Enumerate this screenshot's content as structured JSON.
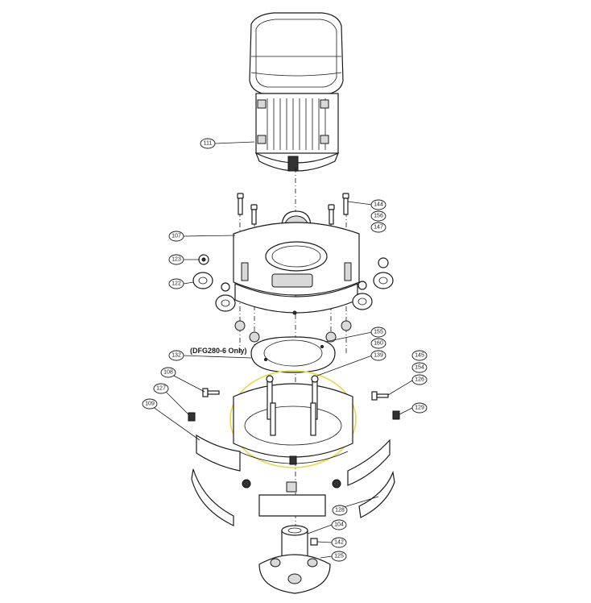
{
  "drawing": {
    "note": "(DFG280-6 Only)",
    "highlight_color": "#e6d84a",
    "line_color": "#1a1a1a",
    "callouts": [
      {
        "id": "c111",
        "label": "111"
      },
      {
        "id": "c144",
        "label": "144"
      },
      {
        "id": "c156",
        "label": "156"
      },
      {
        "id": "c147",
        "label": "147"
      },
      {
        "id": "c107",
        "label": "107"
      },
      {
        "id": "c123",
        "label": "123"
      },
      {
        "id": "c122",
        "label": "122"
      },
      {
        "id": "c155",
        "label": "155"
      },
      {
        "id": "c160",
        "label": "160"
      },
      {
        "id": "c132",
        "label": "132"
      },
      {
        "id": "c139",
        "label": "139"
      },
      {
        "id": "c108",
        "label": "108"
      },
      {
        "id": "c145",
        "label": "145"
      },
      {
        "id": "c154",
        "label": "154"
      },
      {
        "id": "c126",
        "label": "126"
      },
      {
        "id": "c127",
        "label": "127"
      },
      {
        "id": "c109",
        "label": "109"
      },
      {
        "id": "c129",
        "label": "129"
      },
      {
        "id": "c128",
        "label": "128"
      },
      {
        "id": "c104",
        "label": "104"
      },
      {
        "id": "c142",
        "label": "142"
      },
      {
        "id": "c125",
        "label": "125"
      }
    ]
  }
}
